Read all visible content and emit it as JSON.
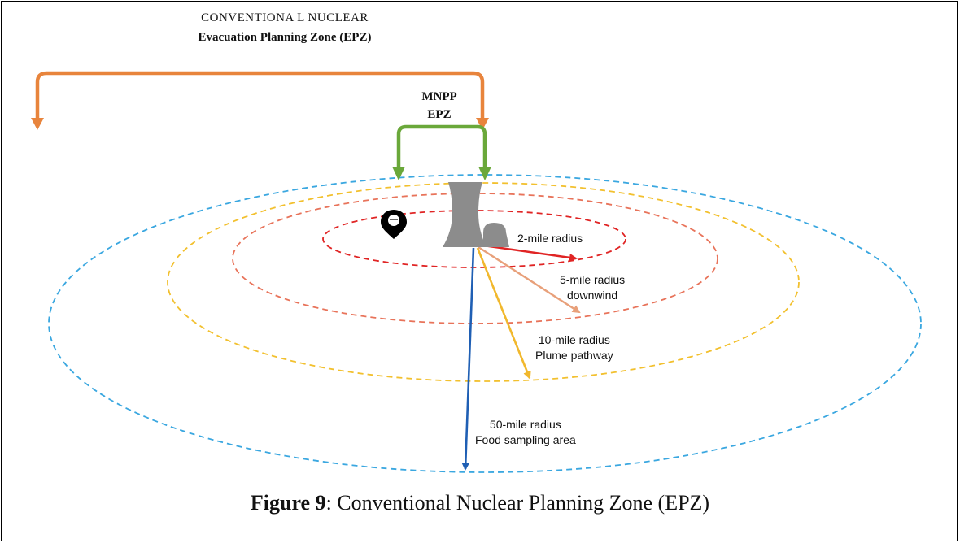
{
  "header": {
    "line1": "CONVENTIONA L NUCLEAR",
    "line2": "Evacuation Planning Zone (EPZ)"
  },
  "mnpp": {
    "line1": "MNPP",
    "line2": "EPZ"
  },
  "zones": [
    {
      "line1": "2-mile radius",
      "line2": "",
      "color": "#e02424"
    },
    {
      "line1": "5-mile radius",
      "line2": "downwind",
      "color": "#e8a07a"
    },
    {
      "line1": "10-mile radius",
      "line2": "Plume pathway",
      "color": "#f1b82d"
    },
    {
      "line1": "50-mile radius",
      "line2": "Food sampling area",
      "color": "#1f5fb4"
    }
  ],
  "ring_colors": {
    "two_mile": "#e02424",
    "five_mile": "#e8735a",
    "ten_mile": "#f2c02e",
    "fifty_mile": "#3aa7e0"
  },
  "brackets": {
    "conventional": "#e8843c",
    "mnpp": "#6aa83a"
  },
  "icons": {
    "plant": "nuclear-plant-icon",
    "location": "location-pin-icon"
  },
  "caption": {
    "label": "Figure 9",
    "text": ": Conventional Nuclear Planning Zone (EPZ)"
  }
}
